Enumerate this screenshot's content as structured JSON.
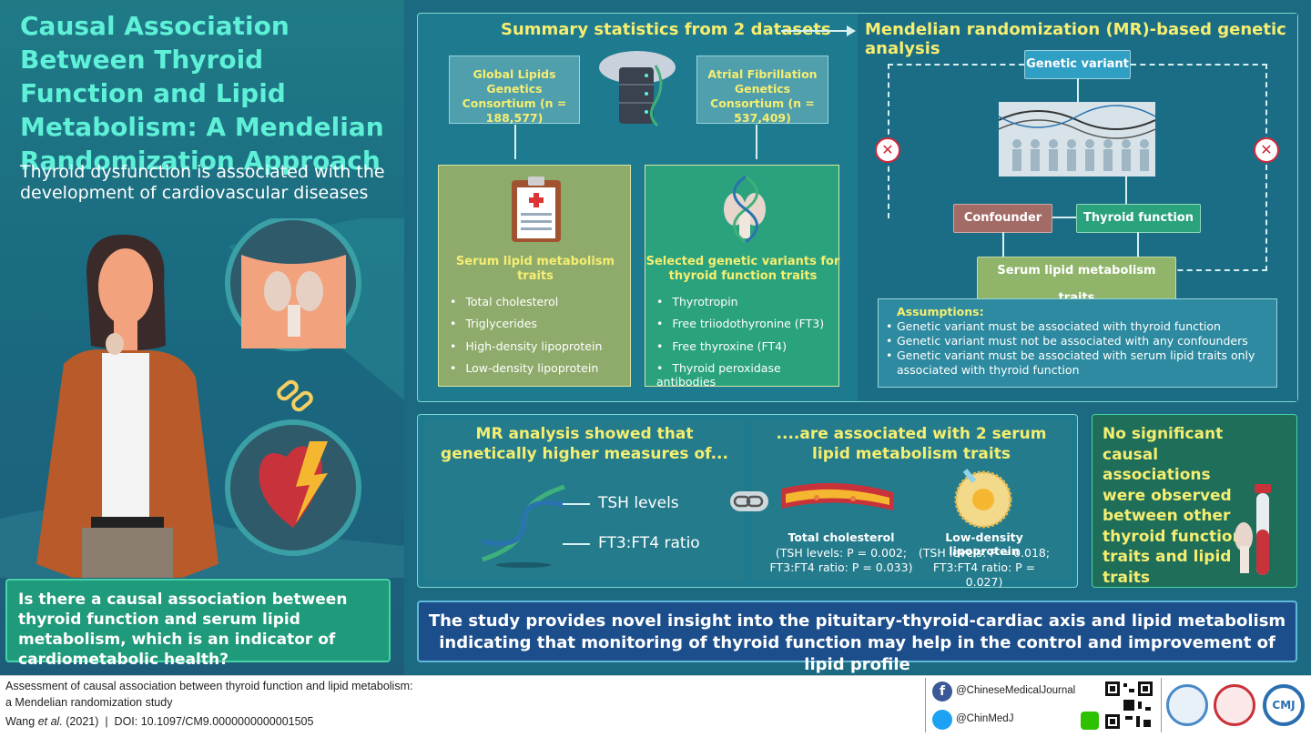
{
  "left": {
    "title": "Causal Association Between Thyroid Function and Lipid Metabolism: A Mendelian Randomization Approach",
    "subtitle": "Thyroid dysfunction is associated with the development of cardiovascular diseases",
    "question": "Is there a causal association between thyroid function and serum lipid metabolism, which is an indicator of cardiometabolic health?"
  },
  "top": {
    "summary_heading": "Summary statistics from 2 datasets",
    "mr_heading": "Mendelian randomization (MR)-based genetic analysis",
    "dataset1": "Global Lipids Genetics Consortium (n = 188,577)",
    "dataset2": "Atrial Fibrillation Genetics Consortium (n = 537,409)",
    "lipid_box": {
      "title": "Serum lipid metabolism traits",
      "items": [
        "Total cholesterol",
        "Triglycerides",
        "High-density lipoprotein",
        "Low-density lipoprotein"
      ]
    },
    "thyroid_box": {
      "title": "Selected genetic variants for thyroid function traits",
      "items": [
        "Thyrotropin",
        "Free triiodothyronine (FT3)",
        "Free thyroxine (FT4)",
        "Thyroid peroxidase antibodies"
      ]
    },
    "flow": {
      "genetic_variant": "Genetic variant",
      "confounder": "Confounder",
      "thyroid_function": "Thyroid function",
      "serum_lipid": "Serum lipid metabolism traits"
    },
    "assumptions": {
      "title": "Assumptions:",
      "items": [
        "Genetic variant must be associated with thyroid function",
        "Genetic variant must not be associated with any confounders",
        "Genetic variant must be associated with serum lipid traits only associated with thyroid function"
      ]
    }
  },
  "middle": {
    "mr_heading": "MR analysis showed that genetically higher measures of...",
    "tsh": "TSH levels",
    "ratio": "FT3:FT4 ratio",
    "assoc_heading": "....are associated with 2 serum lipid metabolism traits",
    "tc_label": "Total cholesterol",
    "tc_stats": "(TSH levels: P = 0.002; FT3:FT4 ratio: P = 0.033)",
    "ldl_label": "Low-density lipoprotein",
    "ldl_stats": "(TSH levels: P = 0.018; FT3:FT4 ratio: P = 0.027)",
    "no_assoc": "No significant causal associations were observed between other thyroid function traits and lipid traits"
  },
  "banner": "The study provides novel insight into the pituitary-thyroid-cardiac axis and lipid metabolism indicating that monitoring of thyroid function may help in the control and improvement of lipid profile",
  "footer": {
    "line1": "Assessment of causal association between thyroid function and lipid metabolism:",
    "line2": "a Mendelian randomization study",
    "authors": "Wang",
    "etal": "et al.",
    "citation": " (2021)  |  DOI: 10.1097/CM9.0000000000001505",
    "facebook": "@ChineseMedicalJournal",
    "twitter": "@ChinMedJ",
    "logo_text": "CMJ"
  },
  "colors": {
    "title": "#5ff0d8",
    "yellow": "#f6ee70",
    "confounder": "#a36b66",
    "thyroid": "#2aa27e",
    "serum": "#8fb46a",
    "genetic": "#2f9fc3"
  }
}
